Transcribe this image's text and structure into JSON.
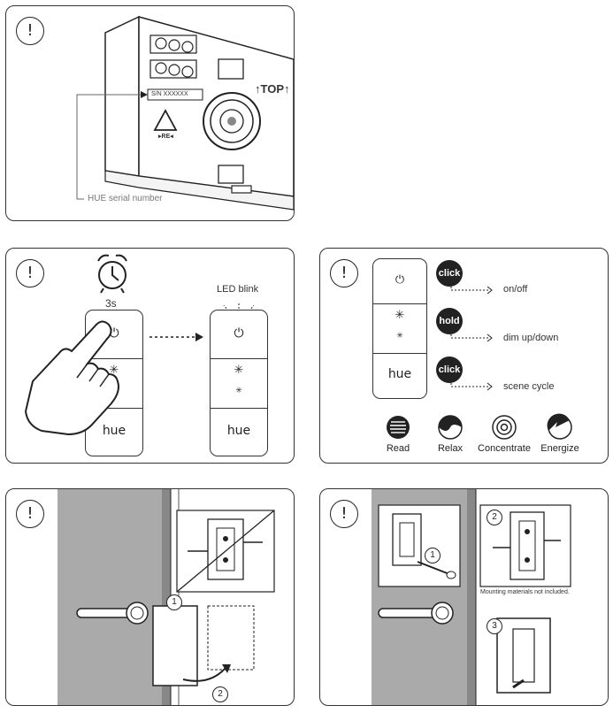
{
  "panel1": {
    "warn_symbol": "!",
    "serial_tag": "S/N XXXXXX",
    "top_label": "↑TOP↑",
    "recycle_mark": "▸RE◂",
    "serial_caption": "HUE serial number"
  },
  "panel2": {
    "warn_symbol": "!",
    "timer_label": "3s",
    "led_label": "LED blink",
    "remote": {
      "power": "⏻",
      "bright": "✳",
      "dim": "✳",
      "hue": "hue"
    },
    "icons": [
      "alarm-clock-icon",
      "hand-pointer-icon"
    ]
  },
  "panel3": {
    "warn_symbol": "!",
    "remote": {
      "power": "⏻",
      "bright": "✳",
      "dim": "✳",
      "hue": "hue"
    },
    "actions": [
      {
        "pill": "click",
        "desc": "on/off"
      },
      {
        "pill": "hold",
        "desc": "dim up/down"
      },
      {
        "pill": "click",
        "desc": "scene cycle"
      }
    ],
    "modes": [
      {
        "label": "Read",
        "icon": "read-icon"
      },
      {
        "label": "Relax",
        "icon": "relax-icon"
      },
      {
        "label": "Concentrate",
        "icon": "concentrate-icon"
      },
      {
        "label": "Energize",
        "icon": "energize-icon"
      }
    ]
  },
  "panel4": {
    "warn_symbol": "!",
    "step1": "1",
    "step2": "2"
  },
  "panel5": {
    "warn_symbol": "!",
    "step1": "1",
    "step2": "2",
    "step3": "3",
    "mount_note": "Mounting materials not included."
  },
  "colors": {
    "ink": "#222222",
    "wall": "#aaaaaa",
    "outline": "#333333"
  }
}
